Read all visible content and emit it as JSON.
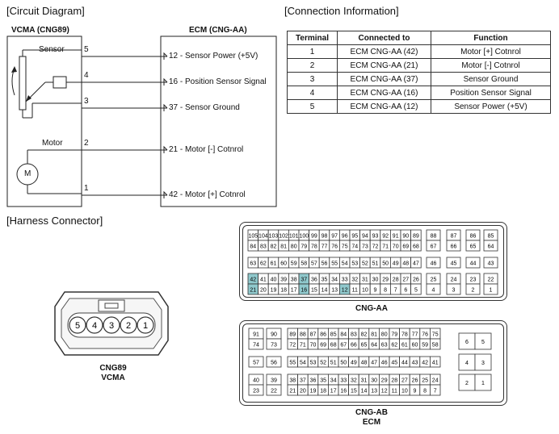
{
  "sections": {
    "circuit": "[Circuit Diagram]",
    "connection": "[Connection Information]",
    "harness": "[Harness Connector]"
  },
  "circuit": {
    "left_header": "VCMA (CNG89)",
    "right_header": "ECM (CNG-AA)",
    "sensor_label": "Sensor",
    "motor_label": "Motor",
    "motor_symbol": "M",
    "pins": [
      "5",
      "4",
      "3",
      "2",
      "1"
    ],
    "signals": [
      "12 - Sensor Power (+5V)",
      "16 - Position Sensor Signal",
      "37 - Sensor Ground",
      "21 - Motor [-] Cotnrol",
      "42 - Motor [+] Cotnrol"
    ]
  },
  "connection_table": {
    "headers": [
      "Terminal",
      "Connected to",
      "Function"
    ],
    "rows": [
      [
        "1",
        "ECM CNG-AA (42)",
        "Motor [+] Cotnrol"
      ],
      [
        "2",
        "ECM CNG-AA (21)",
        "Motor [-] Cotnrol"
      ],
      [
        "3",
        "ECM CNG-AA (37)",
        "Sensor Ground"
      ],
      [
        "4",
        "ECM CNG-AA (16)",
        "Position Sensor Signal"
      ],
      [
        "5",
        "ECM CNG-AA (12)",
        "Sensor Power (+5V)"
      ]
    ]
  },
  "cng89": {
    "pins": [
      "5",
      "4",
      "3",
      "2",
      "1"
    ],
    "caption1": "CNG89",
    "caption2": "VCMA"
  },
  "cng_aa": {
    "caption": "CNG-AA",
    "highlighted": [
      "12",
      "16",
      "21",
      "37",
      "42"
    ],
    "highlight_color": "#8fc8cc",
    "rows": [
      [
        "105",
        "104",
        "103",
        "102",
        "101",
        "100",
        "99",
        "98",
        "97",
        "96",
        "95",
        "94",
        "93",
        "92",
        "91",
        "90",
        "89"
      ],
      [
        "84",
        "83",
        "82",
        "81",
        "80",
        "79",
        "78",
        "77",
        "76",
        "75",
        "74",
        "73",
        "72",
        "71",
        "70",
        "69",
        "68"
      ],
      [
        "63",
        "62",
        "61",
        "60",
        "59",
        "58",
        "57",
        "56",
        "55",
        "54",
        "53",
        "52",
        "51",
        "50",
        "49",
        "48",
        "47"
      ],
      [
        "42",
        "41",
        "40",
        "39",
        "38",
        "37",
        "36",
        "35",
        "34",
        "33",
        "32",
        "31",
        "30",
        "29",
        "28",
        "27",
        "26"
      ],
      [
        "21",
        "20",
        "19",
        "18",
        "17",
        "16",
        "15",
        "14",
        "13",
        "12",
        "11",
        "10",
        "9",
        "8",
        "7",
        "6",
        "5"
      ]
    ],
    "side_rows": [
      [
        "88",
        "87",
        "86",
        "85"
      ],
      [
        "67",
        "66",
        "65",
        "64"
      ],
      [
        "46",
        "45",
        "44",
        "43"
      ],
      [
        "25",
        "24",
        "23",
        "22"
      ],
      [
        "4",
        "3",
        "2",
        "1"
      ]
    ]
  },
  "cng_ab": {
    "caption1": "CNG-AB",
    "caption2": "ECM",
    "left_rows": [
      [
        "91",
        "90"
      ],
      [
        "74",
        "73"
      ],
      [
        "57",
        "56"
      ],
      [
        "40",
        "39"
      ],
      [
        "23",
        "22"
      ]
    ],
    "rows": [
      [
        "89",
        "88",
        "87",
        "86",
        "85",
        "84",
        "83",
        "82",
        "81",
        "80",
        "79",
        "78",
        "77",
        "76",
        "75"
      ],
      [
        "72",
        "71",
        "70",
        "69",
        "68",
        "67",
        "66",
        "65",
        "64",
        "63",
        "62",
        "61",
        "60",
        "59",
        "58"
      ],
      [
        "55",
        "54",
        "53",
        "52",
        "51",
        "50",
        "49",
        "48",
        "47",
        "46",
        "45",
        "44",
        "43",
        "42",
        "41"
      ],
      [
        "38",
        "37",
        "36",
        "35",
        "34",
        "33",
        "32",
        "31",
        "30",
        "29",
        "28",
        "27",
        "26",
        "25",
        "24"
      ],
      [
        "21",
        "20",
        "19",
        "18",
        "17",
        "16",
        "15",
        "14",
        "13",
        "12",
        "11",
        "10",
        "9",
        "8",
        "7"
      ]
    ],
    "right_pairs": [
      [
        "6",
        "5"
      ],
      [
        "4",
        "3"
      ],
      [
        "2",
        "1"
      ]
    ]
  }
}
